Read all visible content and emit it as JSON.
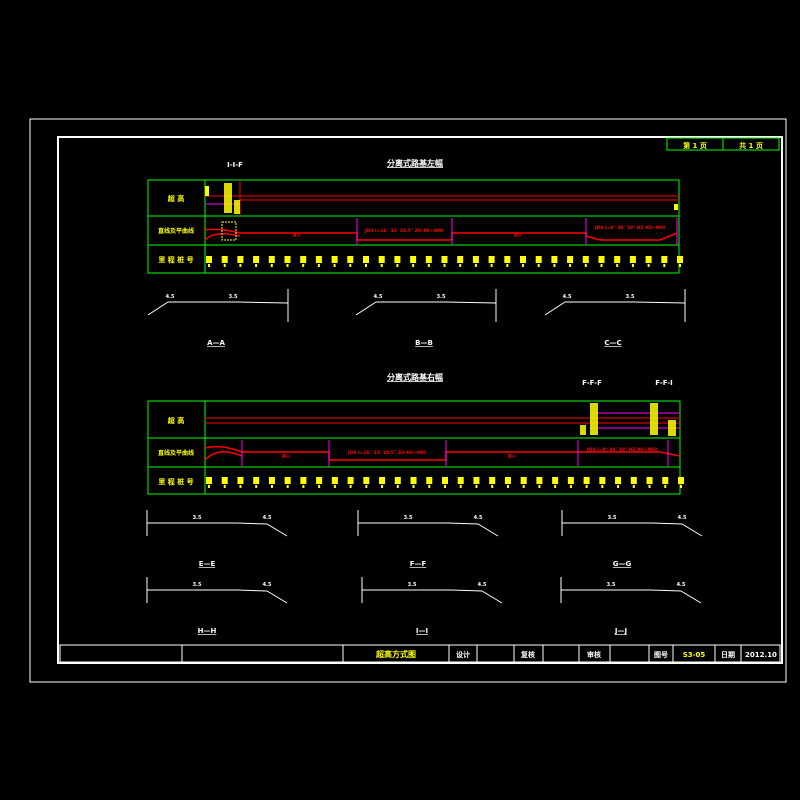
{
  "sheet": {
    "page_label": "第 1 页",
    "total_label": "共 1 页"
  },
  "plan_left": {
    "title": "分离式路基左幅",
    "row_labels": [
      "超 高",
      "直线及平曲线",
      "里 程 桩 号"
    ],
    "curve_notes": [
      "R=",
      "JD3 I=16° 33' 10.5\" ZH K0+000",
      "R=",
      "JD4 I=8° 48' 10\" HZ K0+900"
    ],
    "marker": "I-I-F"
  },
  "sections_row1": [
    {
      "label": "A—A",
      "slope_value": "4.5",
      "width_value": "3.5"
    },
    {
      "label": "B—B",
      "slope_value": "4.5",
      "width_value": "3.5"
    },
    {
      "label": "C—C",
      "slope_value": "4.5",
      "width_value": "3.5"
    }
  ],
  "plan_right": {
    "title": "分离式路基右幅",
    "row_labels": [
      "超 高",
      "直线及平曲线",
      "里 程 桩 号"
    ],
    "curve_notes": [
      "R=",
      "JD3 I=16° 33' 10.5\" ZH K0+000",
      "R=",
      "JD4 I=8° 48' 10\" HZ K0+900"
    ],
    "markers": [
      "F-F-F",
      "F-F-I"
    ]
  },
  "sections_row2": [
    {
      "label": "E—E",
      "width_value": "3.5",
      "slope_value": "4.5"
    },
    {
      "label": "F—F",
      "width_value": "3.5",
      "slope_value": "4.5"
    },
    {
      "label": "G—G",
      "width_value": "3.5",
      "slope_value": "4.5"
    }
  ],
  "sections_row3": [
    {
      "label": "H—H",
      "width_value": "3.5",
      "slope_value": "4.5"
    },
    {
      "label": "I—I",
      "width_value": "3.5",
      "slope_value": "4.5"
    },
    {
      "label": "J—J",
      "width_value": "3.5",
      "slope_value": "4.5"
    }
  ],
  "title_block": {
    "drawing_name": "超高方式图",
    "design": "设计",
    "check": "复核",
    "review": "审核",
    "figure_no_label": "图号",
    "figure_no": "S3-05",
    "date_label": "日期",
    "date": "2012.10"
  },
  "colors": {
    "frame": "#ffffff",
    "grid": "#00ff00",
    "curve": "#ff0000",
    "annotation": "#ffff00",
    "bracket": "#ff00ff",
    "title_text": "#ffff00"
  }
}
